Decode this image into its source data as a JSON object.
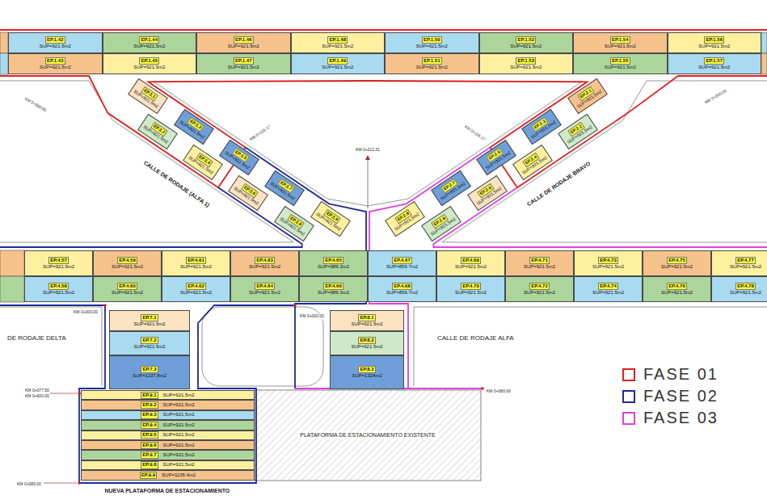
{
  "diagram": {
    "nodes": [
      {
        "text": [
          "EP.1.42",
          "SUP=921.5m2"
        ]
      },
      {
        "text": [
          "EP.1.44",
          "SUP=921.5m2"
        ]
      },
      {
        "text": [
          "EP.1.46",
          "SUP=921.5m2"
        ]
      },
      {
        "text": [
          "EP.1.48",
          "SUP=921.5m2"
        ]
      },
      {
        "text": [
          "EP.1.50",
          "SUP=921.5m2"
        ]
      },
      {
        "text": [
          "EP.1.52",
          "SUP=921.5m2"
        ]
      },
      {
        "text": [
          "EP.1.54",
          "SUP=921.5m2"
        ]
      },
      {
        "text": [
          "EP.1.56",
          "SUP=921.5m2"
        ]
      },
      {
        "text": [
          "EP.1.43",
          "SUP=921.5m2"
        ]
      },
      {
        "text": [
          "EP.1.45",
          "SUP=921.5m2"
        ]
      },
      {
        "text": [
          "EP.1.47",
          "SUP=921.5m2"
        ]
      },
      {
        "text": [
          "EP.1.49",
          "SUP=921.5m2"
        ]
      },
      {
        "text": [
          "EP.1.51",
          "SUP=921.5m2"
        ]
      },
      {
        "text": [
          "EP.1.53",
          "SUP=921.5m2"
        ]
      },
      {
        "text": [
          "EP.1.55",
          "SUP=921.5m2"
        ]
      },
      {
        "text": [
          "EP.1.57",
          "SUP=921.5m2"
        ]
      },
      {
        "text": [
          "EP.3.1",
          "SUP=921.5m2"
        ]
      },
      {
        "text": [
          "EP.3.2",
          "SUP=921.5m2"
        ]
      },
      {
        "text": [
          "EP.3.3",
          "SUP=921.5m2"
        ]
      },
      {
        "text": [
          "EP.3.4",
          "SUP=921.5m2"
        ]
      },
      {
        "text": [
          "EP.3.5",
          "SUP=921.5m2"
        ]
      },
      {
        "text": [
          "EP.3.6",
          "SUP=921.5m2"
        ]
      },
      {
        "text": [
          "EP.3.7",
          "SUP=921.5m2"
        ]
      },
      {
        "text": [
          "EP.3.8",
          "SUP=921.5m2"
        ]
      },
      {
        "text": [
          "EP.3.9",
          "SUP=921.5m2"
        ]
      },
      {
        "text": [
          "EP.2.1",
          "SUP=921.5m2"
        ]
      },
      {
        "text": [
          "EP.2.2",
          "SUP=921.5m2"
        ]
      },
      {
        "text": [
          "EP.2.3",
          "SUP=921.5m2"
        ]
      },
      {
        "text": [
          "EP.2.4",
          "SUP=921.5m2"
        ]
      },
      {
        "text": [
          "EP.2.5",
          "SUP=921.5m2"
        ]
      },
      {
        "text": [
          "EP.2.6",
          "SUP=921.5m2"
        ]
      },
      {
        "text": [
          "EP.2.7",
          "SUP=921.5m2"
        ]
      },
      {
        "text": [
          "EP.2.8",
          "SUP=921.5m2"
        ]
      },
      {
        "text": [
          "EP.2.9",
          "SUP=921.5m2"
        ]
      },
      {
        "text": [
          "EP.4.57",
          "SUP=921.5m2"
        ]
      },
      {
        "text": [
          "EP.4.59",
          "SUP=921.5m2"
        ]
      },
      {
        "text": [
          "EP.4.61",
          "SUP=921.5m2"
        ]
      },
      {
        "text": [
          "EP.4.63",
          "SUP=921.5m2"
        ]
      },
      {
        "text": [
          "EP.4.65",
          "SUP=986.3m2"
        ]
      },
      {
        "text": [
          "EP.4.67",
          "SUP=856.7m2"
        ]
      },
      {
        "text": [
          "EP.4.69",
          "SUP=921.5m2"
        ]
      },
      {
        "text": [
          "EP.4.71",
          "SUP=921.5m2"
        ]
      },
      {
        "text": [
          "EP.4.73",
          "SUP=921.5m2"
        ]
      },
      {
        "text": [
          "EP.4.75",
          "SUP=921.5m2"
        ]
      },
      {
        "text": [
          "EP.4.77",
          "SUP=921.5m2"
        ]
      },
      {
        "text": [
          "EP.4.58",
          "SUP=921.5m2"
        ]
      },
      {
        "text": [
          "EP.4.60",
          "SUP=921.5m2"
        ]
      },
      {
        "text": [
          "EP.4.62",
          "SUP=921.5m2"
        ]
      },
      {
        "text": [
          "EP.4.64",
          "SUP=921.5m2"
        ]
      },
      {
        "text": [
          "EP.4.66",
          "SUP=986.3m2"
        ]
      },
      {
        "text": [
          "EP.4.68",
          "SUP=856.7m2"
        ]
      },
      {
        "text": [
          "EP.4.70",
          "SUP=921.5m2"
        ]
      },
      {
        "text": [
          "EP.4.72",
          "SUP=921.5m2"
        ]
      },
      {
        "text": [
          "EP.4.74",
          "SUP=921.5m2"
        ]
      },
      {
        "text": [
          "EP.4.76",
          "SUP=921.5m2"
        ]
      },
      {
        "text": [
          "EP.4.78",
          "SUP=921.5m2"
        ]
      },
      {
        "text": [
          "EP.7.1",
          "SUP=921.5m2"
        ]
      },
      {
        "text": [
          "EP.7.2",
          "SUP=921.5m2"
        ]
      },
      {
        "text": [
          "EP.7.3",
          "SUP=1137.8m2"
        ]
      },
      {
        "text": [
          "EP.8.1",
          "SUP=921.5m2"
        ]
      },
      {
        "text": [
          "EP.8.2",
          "SUP=921.5m2"
        ]
      },
      {
        "text": [
          "EP.8.3",
          "SUP=1324m2"
        ]
      },
      {
        "text": [
          "EP.9.1",
          "SUP=921.5m2"
        ]
      },
      {
        "text": [
          "EP.9.2",
          "SUP=921.5m2"
        ]
      },
      {
        "text": [
          "EP.9.3",
          "SUP=921.5m2"
        ]
      },
      {
        "text": [
          "EP.9.4",
          "SUP=921.5m2"
        ]
      },
      {
        "text": [
          "EP.9.5",
          "SUP=921.5m2"
        ]
      },
      {
        "text": [
          "EP.9.6",
          "SUP=921.5m2"
        ]
      },
      {
        "text": [
          "EP.9.7",
          "SUP=921.5m2"
        ]
      },
      {
        "text": [
          "EP.9.8",
          "SUP=921.5m2"
        ]
      },
      {
        "text": [
          "EP.9.9",
          "SUP=1105.4m2"
        ]
      },
      {
        "text": [
          "PLATAFORMA DE ESTACIONAMIENTO EXISTENTE"
        ]
      }
    ],
    "labels": [
      "CALLE DE RODAJE (ALFA 1)",
      "CALLE DE RODAJE BRAVO",
      "DE RODAJE DELTA",
      "CALLE DE RODAJE ALFA",
      "KM 0+550.00",
      "KM 0+116.17",
      "KM 0+212.31",
      "KM 0+116.17",
      "KM 0+200.00",
      "KM 0+000.00",
      "KM 0+000.00",
      "KM 0+077.50",
      "KM 0+600.00",
      "KM 0+080.00",
      "KM 0+080.00",
      "NUEVA PLATAFORMA DE ESTACIONAMIENTO"
    ],
    "legend": [
      {
        "text": "FASE 01",
        "color": "#e02020"
      },
      {
        "text": "FASE 02",
        "color": "#1f2a9a"
      },
      {
        "text": "FASE 03",
        "color": "#e040e0"
      }
    ]
  }
}
